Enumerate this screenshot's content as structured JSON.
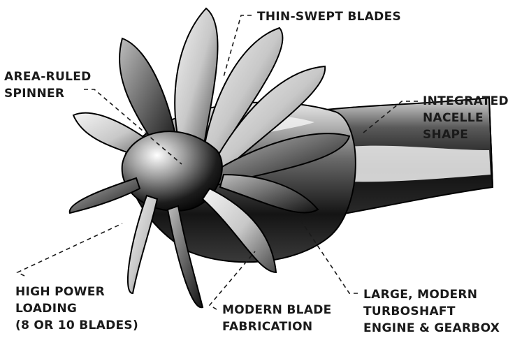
{
  "labels": {
    "thin_swept_blades": [
      "THIN-SWEPT BLADES"
    ],
    "area_ruled_spinner": [
      "AREA-RULED",
      "SPINNER"
    ],
    "integrated_nacelle": [
      "INTEGRATED",
      "NACELLE",
      "SHAPE"
    ],
    "high_power_loading": [
      "HIGH POWER",
      "LOADING",
      "(8 OR 10 BLADES)"
    ],
    "modern_blade_fabrication": [
      "MODERN BLADE",
      "FABRICATION"
    ],
    "large_modern_engine": [
      "LARGE, MODERN",
      "TURBOSHAFT",
      "ENGINE & GEARBOX"
    ]
  }
}
